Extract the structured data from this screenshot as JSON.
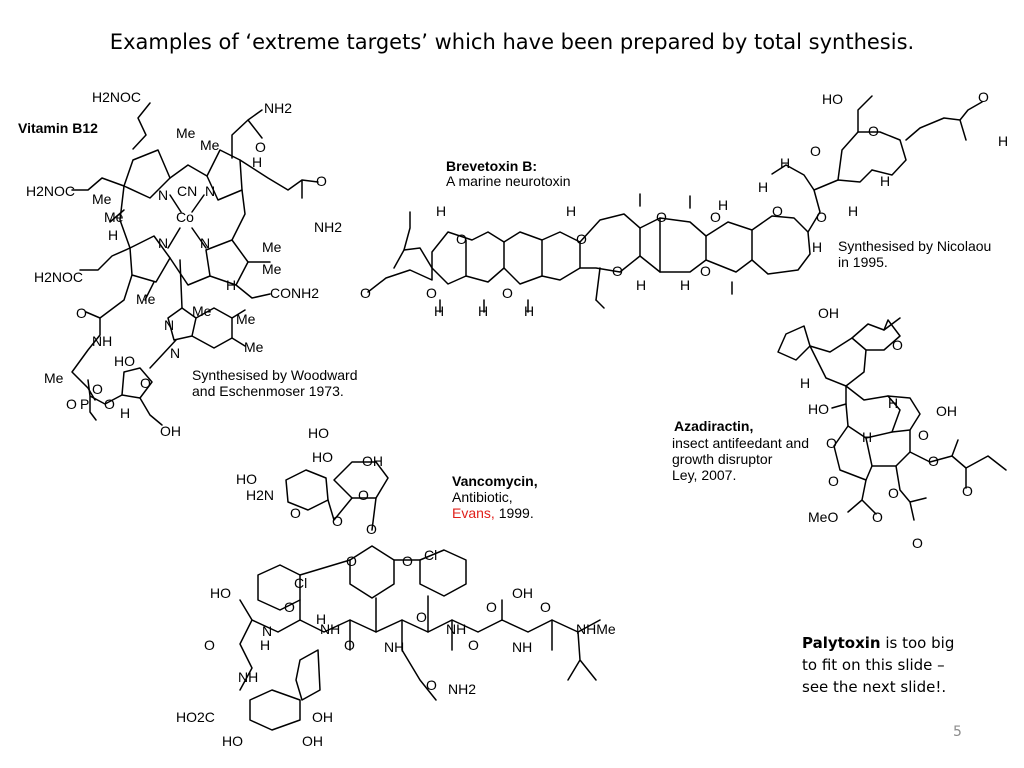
{
  "slide": {
    "title": "Examples of ‘extreme targets’ which have been prepared by total synthesis.",
    "page_number": "5"
  },
  "vitamin_b12": {
    "name": "Vitamin B12",
    "credit_line1": "Synthesised by Woodward",
    "credit_line2": "and Eschenmoser 1973.",
    "atoms": {
      "h2noc_top": "H2NOC",
      "nh2_top": "NH2",
      "me_top": "Me",
      "me_top2": "Me",
      "cn": "CN",
      "co": "Co",
      "n1": "N",
      "n2": "N",
      "n3": "N",
      "n4": "N",
      "h2noc_left": "H2NOC",
      "me_left1": "Me",
      "me_left2": "Me",
      "h_left": "H",
      "h_right": "H",
      "o_right": "O",
      "nh2_right": "NH2",
      "me_right1": "Me",
      "me_right2": "Me",
      "h2noc_low": "H2NOC",
      "me_low": "Me",
      "me_mid": "Me",
      "me_mid2": "Me",
      "conh2": "CONH2",
      "h_low": "H",
      "o_amide": "O",
      "nh": "NH",
      "n_imid": "N",
      "n_imid2": "N",
      "me_benz": "Me",
      "me_benz2": "Me",
      "ho": "HO",
      "me_chain": "Me",
      "o_chain": "O",
      "o_p": "O",
      "p": "P",
      "o_minus": "O",
      "o_ring": "O",
      "h_sugar": "H",
      "oh": "OH",
      "o_dbl": "O"
    }
  },
  "brevetoxin": {
    "name": "Brevetoxin B:",
    "description": "A marine neurotoxin",
    "credit_line1": "Synthesised by Nicolaou",
    "credit_line2": "in 1995.",
    "atoms": {
      "ho": "HO",
      "o_ald": "O",
      "h_ald": "H",
      "o_ring": "O",
      "h": "H"
    }
  },
  "azadiractin": {
    "name": "Azadiractin,",
    "line2": "insect antifeedant and",
    "line3": "growth disruptor",
    "line4": "Ley, 2007.",
    "atoms": {
      "oh_top": "OH",
      "o": "O",
      "h": "H",
      "ho": "HO",
      "oh": "OH",
      "meo": "MeO"
    }
  },
  "vancomycin": {
    "name": "Vancomycin,",
    "line2": "Antibiotic,",
    "credit_name": "Evans,",
    "credit_year": " 1999.",
    "atoms": {
      "ho": "HO",
      "oh": "OH",
      "h2n": "H2N",
      "o": "O",
      "cl": "Cl",
      "h": "H",
      "nh": "NH",
      "nhme": "NHMe",
      "n": "N",
      "nh2": "NH2",
      "ho2c": "HO2C"
    }
  },
  "palytoxin_note": {
    "name": "Palytoxin",
    "rest_line1": " is too big",
    "line2": "to fit on this slide –",
    "line3": "see the next slide!."
  }
}
